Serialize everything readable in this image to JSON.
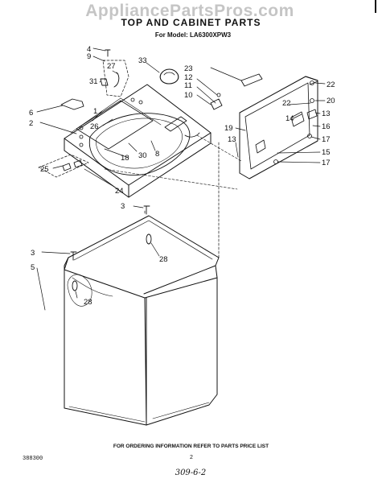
{
  "watermark": "AppliancePartsPros.com",
  "title": "TOP AND CABINET PARTS",
  "model_line": "For Model: LA6300XPW3",
  "footer_note": "FOR ORDERING INFORMATION REFER TO PARTS PRICE LIST",
  "doc_number": "388300",
  "page_number": "2",
  "handwritten_note": "309-6-2",
  "callouts": {
    "c4": "4",
    "c9": "9",
    "c27": "27",
    "c31": "31",
    "c33": "33",
    "c23": "23",
    "c12": "12",
    "c11": "11",
    "c10": "10",
    "c22a": "22",
    "c20": "20",
    "c22b": "22",
    "c13a": "13",
    "c14": "14",
    "c16": "16",
    "c19": "19",
    "c13b": "13",
    "c17a": "17",
    "c15": "15",
    "c17b": "17",
    "c6": "6",
    "c1": "1",
    "c2": "2",
    "c26": "26",
    "c30": "30",
    "c8": "8",
    "c18": "18",
    "c25": "25",
    "c24": "24",
    "c3a": "3",
    "c28a": "28",
    "c3b": "3",
    "c5": "5",
    "c28b": "28"
  }
}
